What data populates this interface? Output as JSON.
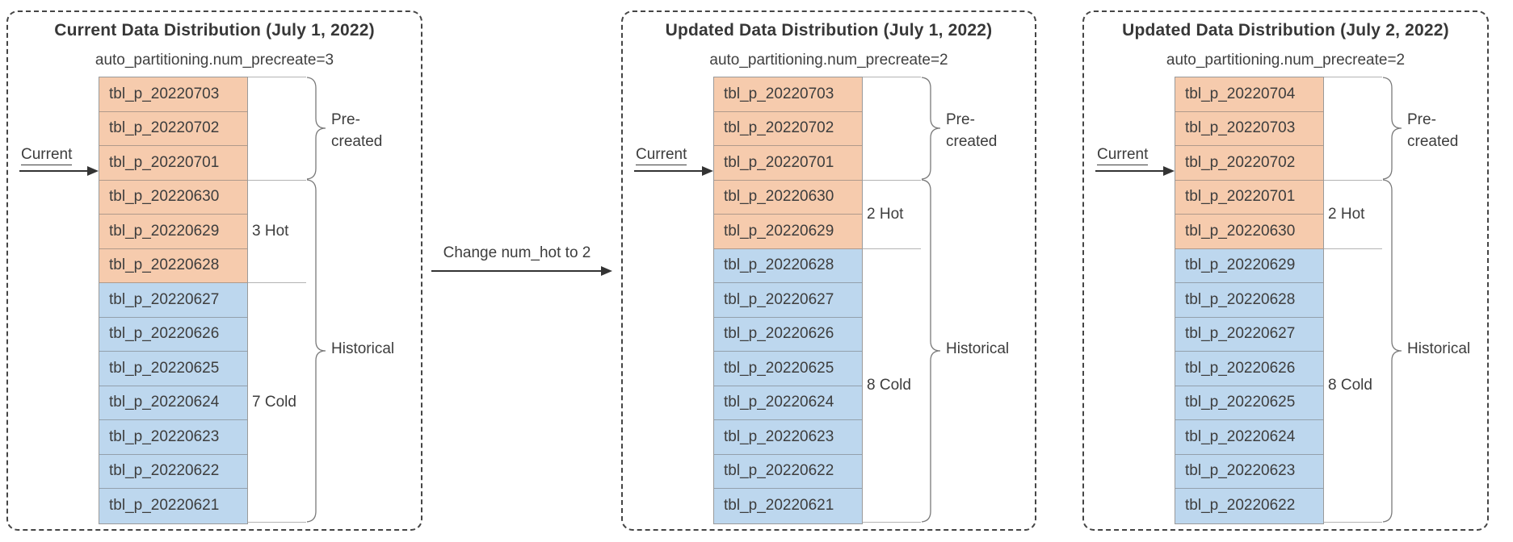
{
  "colors": {
    "hot_fill": "#F6CBAD",
    "cold_fill": "#BDD7EE"
  },
  "transition": {
    "label": "Change num_hot to 2"
  },
  "panels": [
    {
      "title": "Current Data Distribution (July 1, 2022)",
      "subtitle": "auto_partitioning.num_precreate=3",
      "current_label": "Current",
      "partitions": [
        "tbl_p_20220703",
        "tbl_p_20220702",
        "tbl_p_20220701",
        "tbl_p_20220630",
        "tbl_p_20220629",
        "tbl_p_20220628",
        "tbl_p_20220627",
        "tbl_p_20220626",
        "tbl_p_20220625",
        "tbl_p_20220624",
        "tbl_p_20220623",
        "tbl_p_20220622",
        "tbl_p_20220621"
      ],
      "precreated_count": 3,
      "hot_count": 3,
      "cold_count": 7,
      "hot_label": "3 Hot",
      "cold_label": "7 Cold",
      "precreated_label_lines": [
        "Pre-",
        "created"
      ],
      "historical_label": "Historical"
    },
    {
      "title": "Updated Data Distribution (July 1, 2022)",
      "subtitle": "auto_partitioning.num_precreate=2",
      "current_label": "Current",
      "partitions": [
        "tbl_p_20220703",
        "tbl_p_20220702",
        "tbl_p_20220701",
        "tbl_p_20220630",
        "tbl_p_20220629",
        "tbl_p_20220628",
        "tbl_p_20220627",
        "tbl_p_20220626",
        "tbl_p_20220625",
        "tbl_p_20220624",
        "tbl_p_20220623",
        "tbl_p_20220622",
        "tbl_p_20220621"
      ],
      "precreated_count": 3,
      "hot_count": 2,
      "cold_count": 8,
      "hot_label": "2 Hot",
      "cold_label": "8 Cold",
      "precreated_label_lines": [
        "Pre-",
        "created"
      ],
      "historical_label": "Historical"
    },
    {
      "title": "Updated Data Distribution (July 2, 2022)",
      "subtitle": "auto_partitioning.num_precreate=2",
      "current_label": "Current",
      "partitions": [
        "tbl_p_20220704",
        "tbl_p_20220703",
        "tbl_p_20220702",
        "tbl_p_20220701",
        "tbl_p_20220630",
        "tbl_p_20220629",
        "tbl_p_20220628",
        "tbl_p_20220627",
        "tbl_p_20220626",
        "tbl_p_20220625",
        "tbl_p_20220624",
        "tbl_p_20220623",
        "tbl_p_20220622"
      ],
      "precreated_count": 3,
      "hot_count": 2,
      "cold_count": 8,
      "hot_label": "2 Hot",
      "cold_label": "8 Cold",
      "precreated_label_lines": [
        "Pre-",
        "created"
      ],
      "historical_label": "Historical"
    }
  ]
}
